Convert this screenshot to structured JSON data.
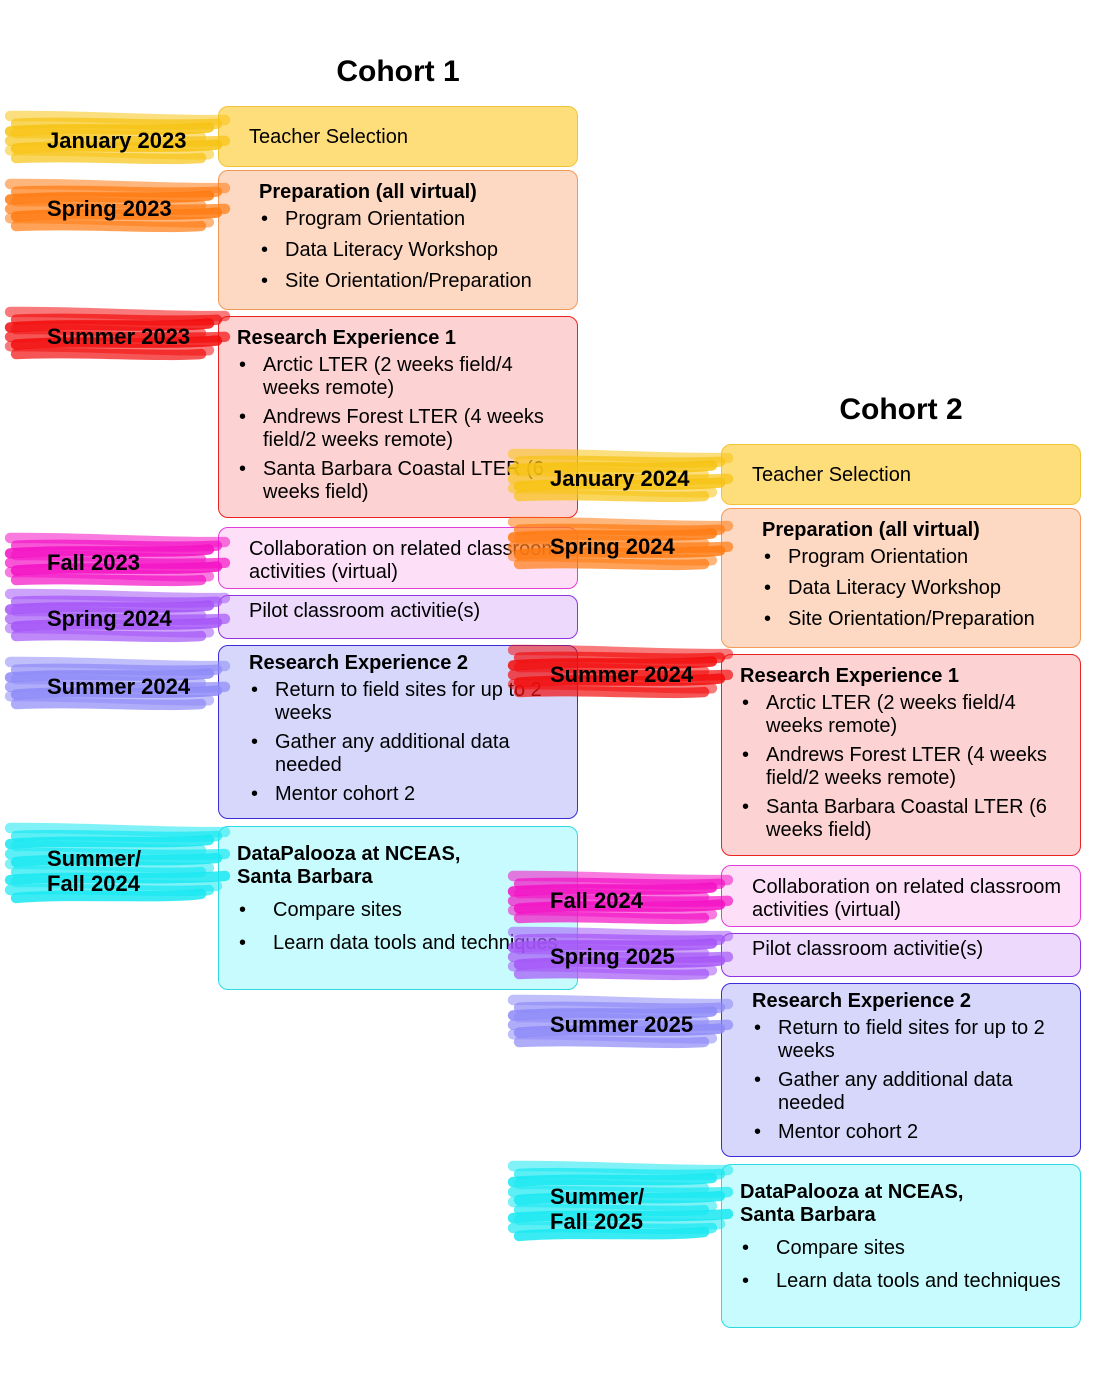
{
  "colors": {
    "yellow": {
      "brush": "#f7c312",
      "fill": "#fedd7b",
      "border": "#f0c43a"
    },
    "orange": {
      "brush": "#ff7a10",
      "fill": "#fdd8c2",
      "border": "#f39a57"
    },
    "red": {
      "brush": "#f20d0d",
      "fill": "#fdd2d2",
      "border": "#ec2323"
    },
    "magenta": {
      "brush": "#f40fc4",
      "fill": "#fde0f8",
      "border": "#e23ed7"
    },
    "purple": {
      "brush": "#a455f7",
      "fill": "#ecd9fb",
      "border": "#8f33e0"
    },
    "blue": {
      "brush": "#8d89f8",
      "fill": "#d6d7fb",
      "border": "#3b2bd9"
    },
    "cyan": {
      "brush": "#17e8f1",
      "fill": "#c8fbfd",
      "border": "#2fd9e3"
    }
  },
  "cohorts": [
    {
      "title": "Cohort 1",
      "stages": [
        {
          "period": "January 2023",
          "color": "yellow",
          "items": [
            {
              "text": "Teacher Selection"
            }
          ]
        },
        {
          "period": "Spring 2023",
          "color": "orange",
          "heading": "Preparation (all virtual)",
          "items": [
            {
              "text": "Program Orientation"
            },
            {
              "text": "Data Literacy Workshop"
            },
            {
              "text": "Site Orientation/Preparation"
            }
          ]
        },
        {
          "period": "Summer 2023",
          "color": "red",
          "heading": "Research Experience 1",
          "items": [
            {
              "text": "Arctic LTER (2 weeks field/4 weeks remote)"
            },
            {
              "text": "Andrews Forest LTER (4 weeks field/2 weeks remote)"
            },
            {
              "text": "Santa Barbara Coastal LTER (6 weeks field)"
            }
          ]
        },
        {
          "period": "Fall 2023",
          "color": "magenta",
          "items": [
            {
              "text": "Collaboration on related classroom activities (virtual)"
            }
          ]
        },
        {
          "period": "Spring 2024",
          "color": "purple",
          "items": [
            {
              "text": "Pilot classroom activitie(s)"
            }
          ]
        },
        {
          "period": "Summer 2024",
          "color": "blue",
          "heading": "Research Experience 2",
          "items": [
            {
              "text": "Return to field sites for up to 2 weeks"
            },
            {
              "text": "Gather any additional data needed"
            },
            {
              "text": "Mentor cohort 2"
            }
          ]
        },
        {
          "period": "Summer/\nFall 2024",
          "color": "cyan",
          "heading": "DataPalooza at NCEAS,\nSanta Barbara",
          "items": [
            {
              "text": "Compare sites"
            },
            {
              "text": "Learn data tools and techniques"
            }
          ]
        }
      ]
    },
    {
      "title": "Cohort 2",
      "stages": [
        {
          "period": "January 2024",
          "color": "yellow",
          "items": [
            {
              "text": "Teacher Selection"
            }
          ]
        },
        {
          "period": "Spring 2024",
          "color": "orange",
          "heading": "Preparation (all virtual)",
          "items": [
            {
              "text": "Program Orientation"
            },
            {
              "text": "Data Literacy Workshop"
            },
            {
              "text": "Site Orientation/Preparation"
            }
          ]
        },
        {
          "period": "Summer 2024",
          "color": "red",
          "heading": "Research Experience 1",
          "items": [
            {
              "text": "Arctic LTER (2 weeks field/4 weeks remote)"
            },
            {
              "text": "Andrews Forest LTER (4 weeks field/2 weeks remote)"
            },
            {
              "text": "Santa Barbara Coastal LTER (6 weeks field)"
            }
          ]
        },
        {
          "period": "Fall 2024",
          "color": "magenta",
          "items": [
            {
              "text": "Collaboration on related classroom activities (virtual)"
            }
          ]
        },
        {
          "period": "Spring 2025",
          "color": "purple",
          "items": [
            {
              "text": "Pilot classroom activitie(s)"
            }
          ]
        },
        {
          "period": "Summer 2025",
          "color": "blue",
          "heading": "Research Experience 2",
          "items": [
            {
              "text": "Return to field sites for up to 2 weeks"
            },
            {
              "text": "Gather any additional data needed"
            },
            {
              "text": "Mentor cohort 2"
            }
          ]
        },
        {
          "period": "Summer/\nFall 2025",
          "color": "cyan",
          "heading": "DataPalooza at NCEAS,\nSanta Barbara",
          "items": [
            {
              "text": "Compare sites"
            },
            {
              "text": "Learn data tools and techniques"
            }
          ]
        }
      ]
    }
  ]
}
